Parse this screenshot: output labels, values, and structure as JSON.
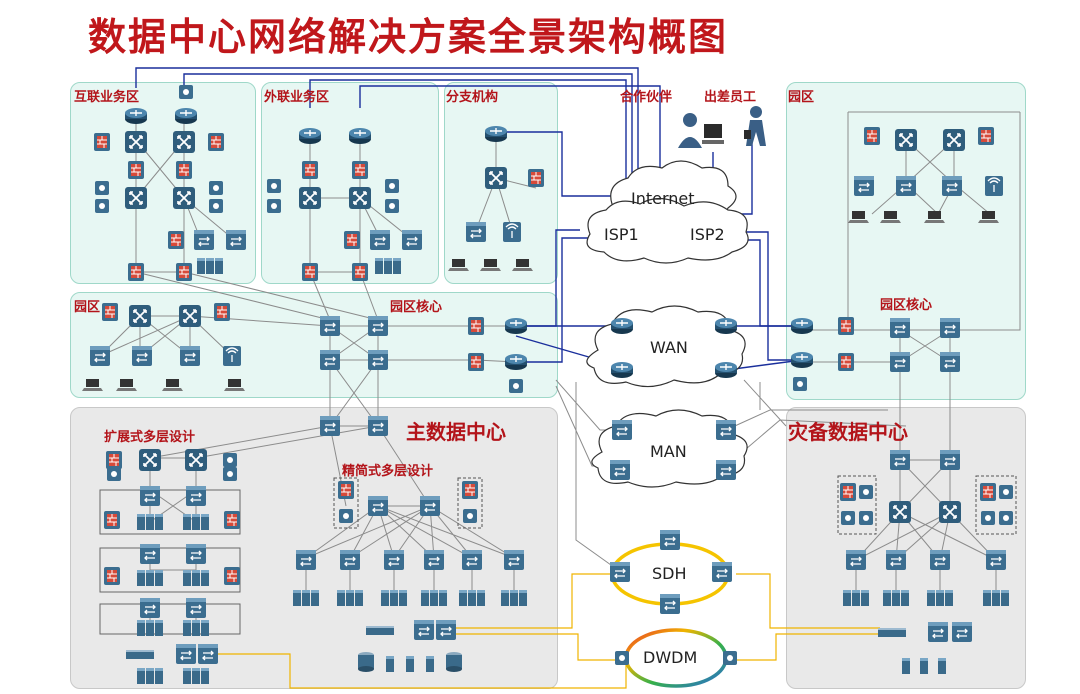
{
  "title": "数据中心网络解决方案全景架构概图",
  "zones": {
    "internet_biz": "互联业务区",
    "extranet_biz": "外联业务区",
    "branch": "分支机构",
    "partner": "合作伙伴",
    "travel_staff": "出差员工",
    "campus_right": "园区",
    "campus_left": "园区",
    "campus_core_left": "园区核心",
    "campus_core_right": "园区核心",
    "main_dc": "主数据中心",
    "dr_dc": "灾备数据中心",
    "scalable_multi_layer": "扩展式多层设计",
    "simplified_multi_layer": "精简式多层设计"
  },
  "clouds": {
    "internet": "Internet",
    "isp1": "ISP1",
    "isp2": "ISP2",
    "wan": "WAN",
    "man": "MAN",
    "sdh": "SDH",
    "dwdm": "DWDM"
  },
  "colors": {
    "title": "#c0171b",
    "label": "#b3141a",
    "zone_green": "#e7f7f3",
    "zone_gray": "#e9e9e9",
    "link_blue": "#1a2f9c",
    "link_gray": "#8c8c8c",
    "link_yellow": "#f0b400",
    "device": "#2f5d7c"
  }
}
